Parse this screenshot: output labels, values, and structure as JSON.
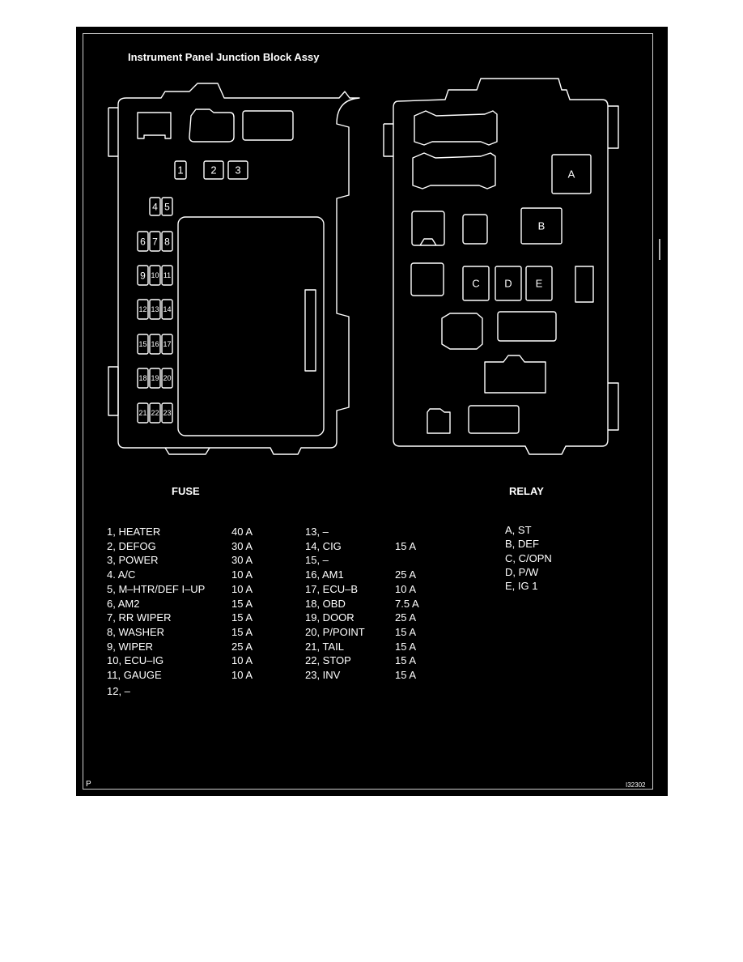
{
  "title": "Instrument Panel Junction Block Assy",
  "fuse_heading": "FUSE",
  "relay_heading": "RELAY",
  "fuse_numbers": [
    "1",
    "2",
    "3",
    "4",
    "5",
    "6",
    "7",
    "8",
    "9",
    "10",
    "11",
    "12",
    "13",
    "14",
    "15",
    "16",
    "17",
    "18",
    "19",
    "20",
    "21",
    "22",
    "23"
  ],
  "relay_letters": [
    "A",
    "B",
    "C",
    "D",
    "E"
  ],
  "fuses_col1": [
    {
      "label": "1, HEATER",
      "amp": "40 A"
    },
    {
      "label": "2, DEFOG",
      "amp": "30 A"
    },
    {
      "label": "3, POWER",
      "amp": "30 A"
    },
    {
      "label": "4. A/C",
      "amp": "10 A"
    },
    {
      "label": "5, M–HTR/DEF I–UP",
      "amp": "10 A"
    },
    {
      "label": "6, AM2",
      "amp": "15 A"
    },
    {
      "label": "7, RR WIPER",
      "amp": "15 A"
    },
    {
      "label": "8, WASHER",
      "amp": "15 A"
    },
    {
      "label": "9, WIPER",
      "amp": "25 A"
    },
    {
      "label": "10, ECU–IG",
      "amp": "10 A"
    },
    {
      "label": "11, GAUGE",
      "amp": "10 A"
    },
    {
      "label": "12, –",
      "amp": ""
    }
  ],
  "fuses_col2": [
    {
      "label": "13, –",
      "amp": ""
    },
    {
      "label": "14, CIG",
      "amp": "15 A"
    },
    {
      "label": "15, –",
      "amp": ""
    },
    {
      "label": "16, AM1",
      "amp": "25 A"
    },
    {
      "label": "17, ECU–B",
      "amp": "10 A"
    },
    {
      "label": "18, OBD",
      "amp": "7.5 A"
    },
    {
      "label": "19, DOOR",
      "amp": "25 A"
    },
    {
      "label": "20, P/POINT",
      "amp": "15 A"
    },
    {
      "label": "21, TAIL",
      "amp": "15 A"
    },
    {
      "label": "22, STOP",
      "amp": "15 A"
    },
    {
      "label": "23, INV",
      "amp": "15 A"
    }
  ],
  "relays": [
    "A, ST",
    "B, DEF",
    "C, C/OPN",
    "D, P/W",
    "E, IG 1"
  ],
  "footer_left": "P",
  "footer_right": "I32302"
}
